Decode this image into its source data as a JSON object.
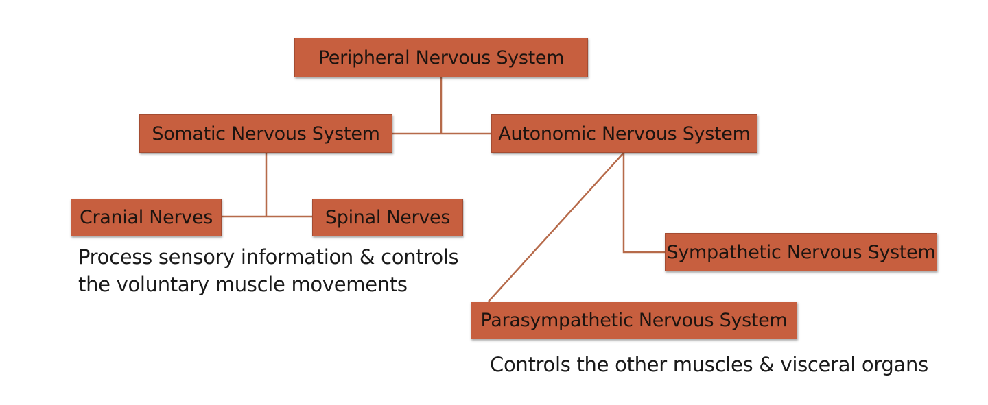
{
  "nodes": {
    "peripheral": "Peripheral Nervous System",
    "somatic": "Somatic Nervous System",
    "autonomic": "Autonomic Nervous System",
    "cranial": "Cranial Nerves",
    "spinal": "Spinal Nerves",
    "sympathetic": "Sympathetic Nervous System",
    "parasympathetic": "Parasympathetic Nervous System"
  },
  "notes": {
    "somatic_line1": "Process sensory information & controls",
    "somatic_line2": "the voluntary muscle movements",
    "autonomic": "Controls the other muscles & visceral organs"
  },
  "colors": {
    "box_fill": "#c75f3f",
    "connector": "#b66a4a",
    "text": "#1c1410"
  }
}
